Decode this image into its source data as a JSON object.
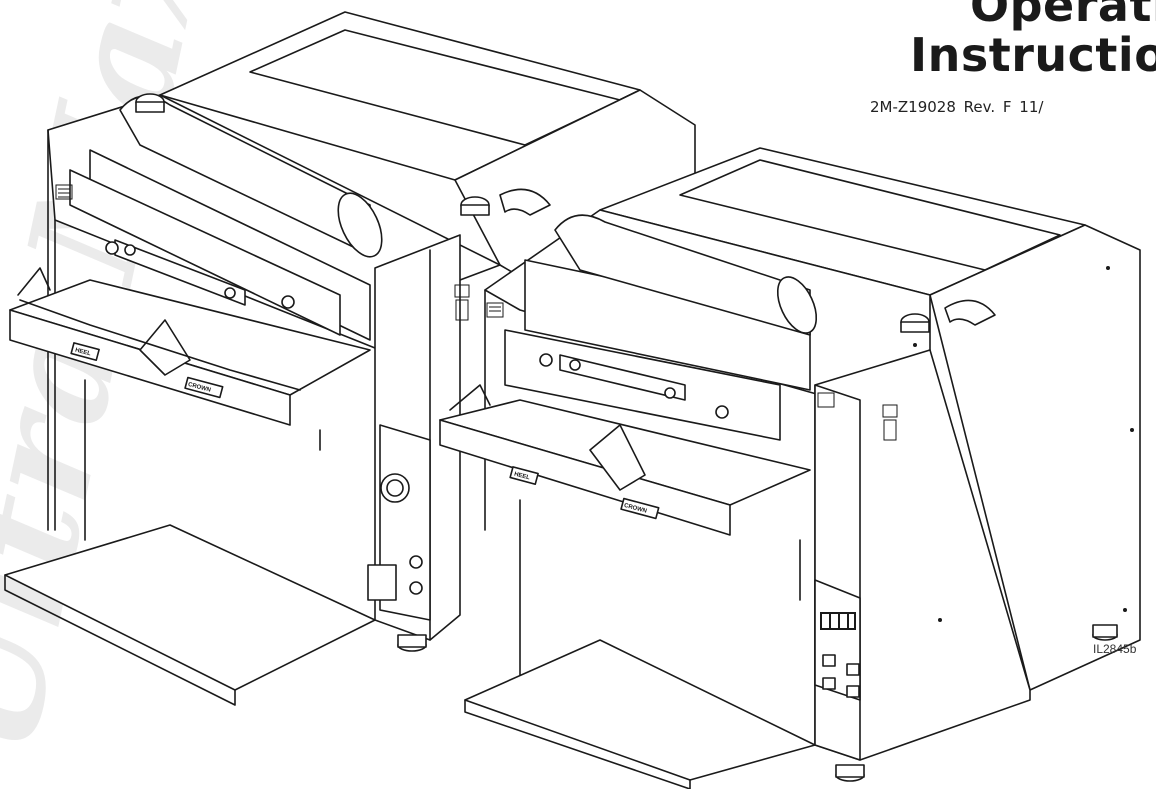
{
  "title": {
    "line1": "Operatio",
    "line2": "Instructio"
  },
  "document_number": "2M-Z19028 Rev. F 11/",
  "illustration_id": "IL2845b",
  "watermark_text": "Ultra Max",
  "machines": [
    {
      "name": "left-sheeter",
      "badges": {
        "front": "HEEL",
        "rear": "CROWN"
      }
    },
    {
      "name": "right-sheeter",
      "badges": {
        "front": "HEEL",
        "rear": "CROWN"
      }
    }
  ],
  "colors": {
    "ink": "#1a1a1a",
    "watermark": "#e9e9e9",
    "paper": "#ffffff"
  }
}
